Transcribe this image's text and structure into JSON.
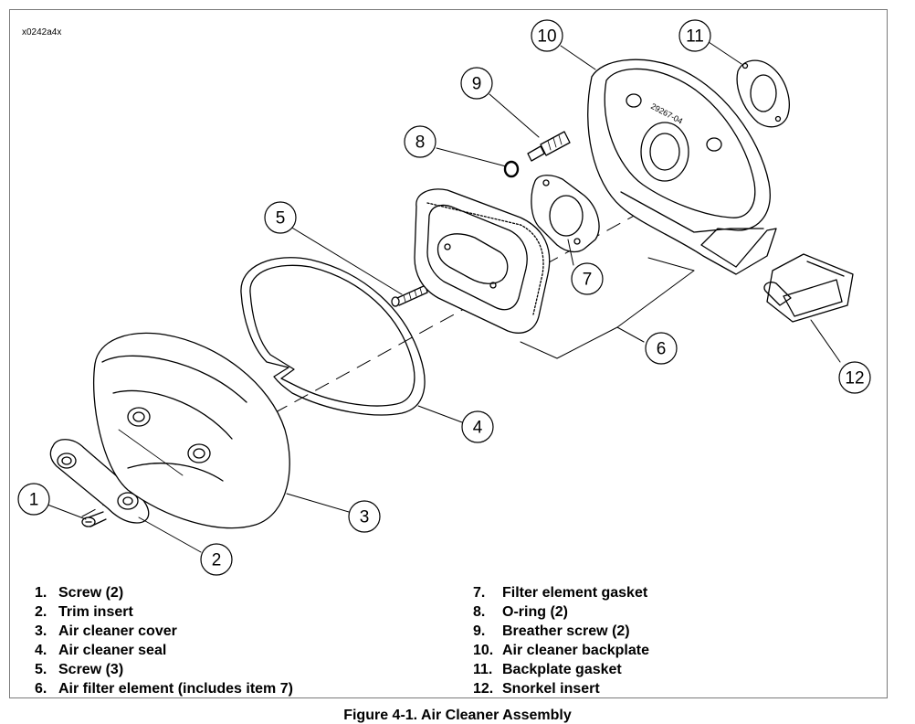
{
  "figure_id": "x0242a4x",
  "caption": "Figure 4-1. Air Cleaner Assembly",
  "callouts": [
    "1",
    "2",
    "3",
    "4",
    "5",
    "6",
    "7",
    "8",
    "9",
    "10",
    "11",
    "12"
  ],
  "part_marking": "29267-04",
  "legend_left": [
    {
      "num": "1.",
      "label": "Screw (2)"
    },
    {
      "num": "2.",
      "label": "Trim insert"
    },
    {
      "num": "3.",
      "label": "Air cleaner cover"
    },
    {
      "num": "4.",
      "label": "Air cleaner seal"
    },
    {
      "num": "5.",
      "label": "Screw (3)"
    },
    {
      "num": "6.",
      "label": "Air filter element (includes item 7)"
    }
  ],
  "legend_right": [
    {
      "num": "7.",
      "label": "Filter element gasket"
    },
    {
      "num": "8.",
      "label": "O-ring (2)"
    },
    {
      "num": "9.",
      "label": "Breather screw (2)"
    },
    {
      "num": "10.",
      "label": "Air cleaner backplate"
    },
    {
      "num": "11.",
      "label": "Backplate gasket"
    },
    {
      "num": "12.",
      "label": "Snorkel insert"
    }
  ]
}
